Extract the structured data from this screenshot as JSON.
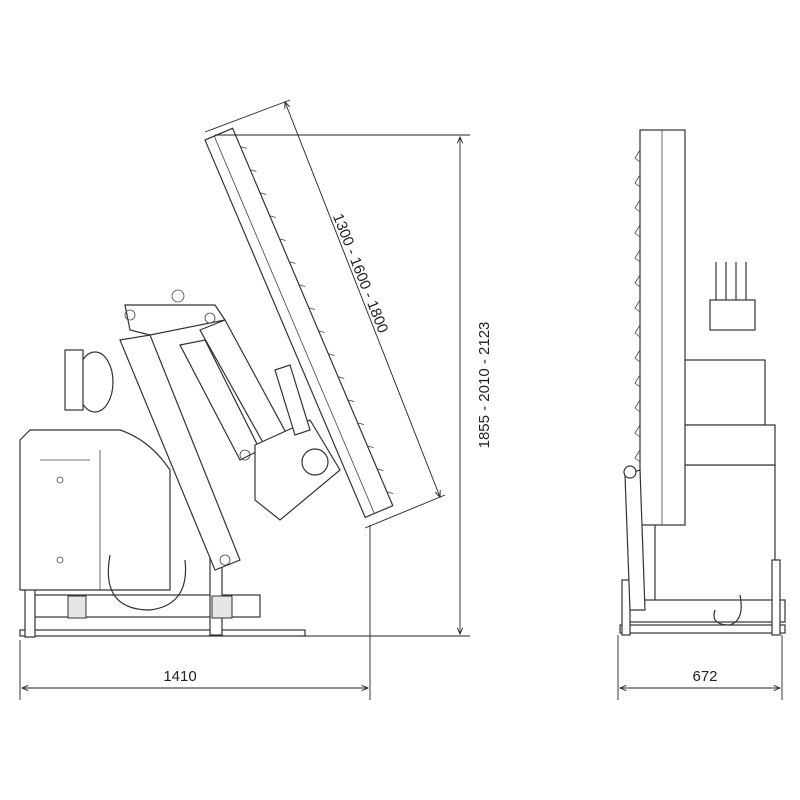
{
  "drawing": {
    "side_view": {
      "width_dimension": "1410",
      "bar_length_dimension": "1300 - 1600 - 1800",
      "height_dimension": "1855 - 2010 - 2123"
    },
    "front_view": {
      "width_dimension": "672"
    }
  }
}
